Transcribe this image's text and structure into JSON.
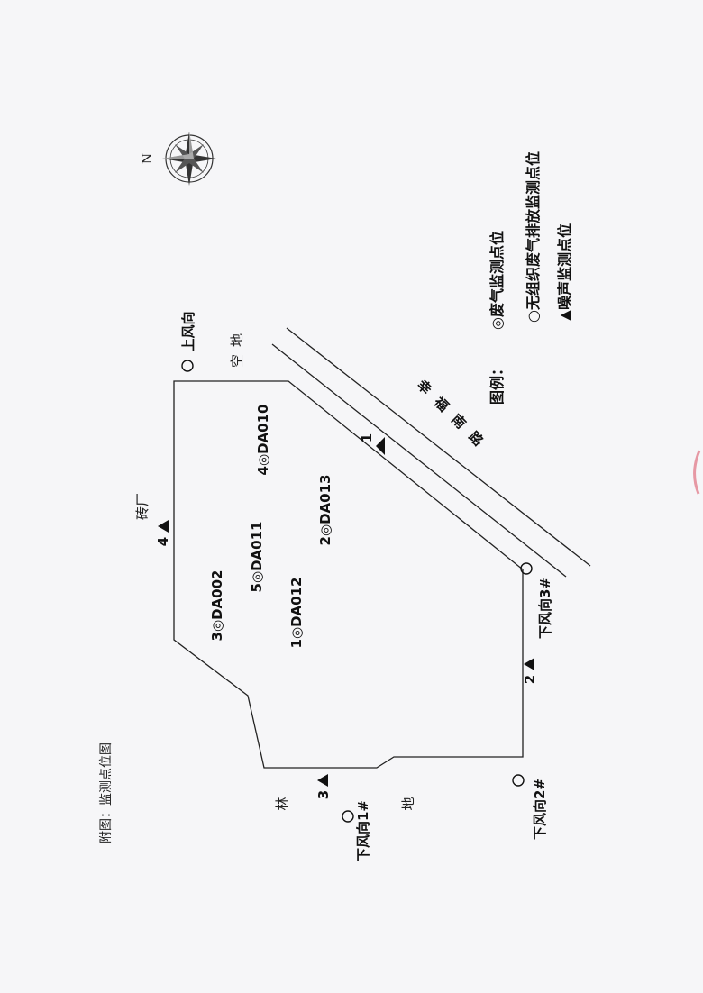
{
  "figure_title": "附图：监测点位图",
  "compass": {
    "north_label": "N"
  },
  "legend": {
    "heading": "图例：",
    "items": [
      {
        "symbol": "◎",
        "label": "废气监测点位"
      },
      {
        "symbol": "○",
        "label": "无组织废气排放监测点位"
      },
      {
        "symbol": "▲",
        "label": "噪声监测点位"
      }
    ]
  },
  "area_labels": {
    "brick_factory": "砖厂",
    "empty_land": "空地",
    "forest_lin": "林",
    "forest_di": "地",
    "road": "幸福南路"
  },
  "waste_gas_points": [
    {
      "num": "4",
      "code": "DA010"
    },
    {
      "num": "2",
      "code": "DA013"
    },
    {
      "num": "5",
      "code": "DA011"
    },
    {
      "num": "3",
      "code": "DA002"
    },
    {
      "num": "1",
      "code": "DA012"
    }
  ],
  "wind_points": [
    {
      "label": "上风向"
    },
    {
      "label": "下风向3#"
    },
    {
      "label": "下风向2#"
    },
    {
      "label": "下风向1#"
    }
  ],
  "noise_points": [
    {
      "num": "1"
    },
    {
      "num": "4"
    },
    {
      "num": "2"
    },
    {
      "num": "3"
    }
  ]
}
